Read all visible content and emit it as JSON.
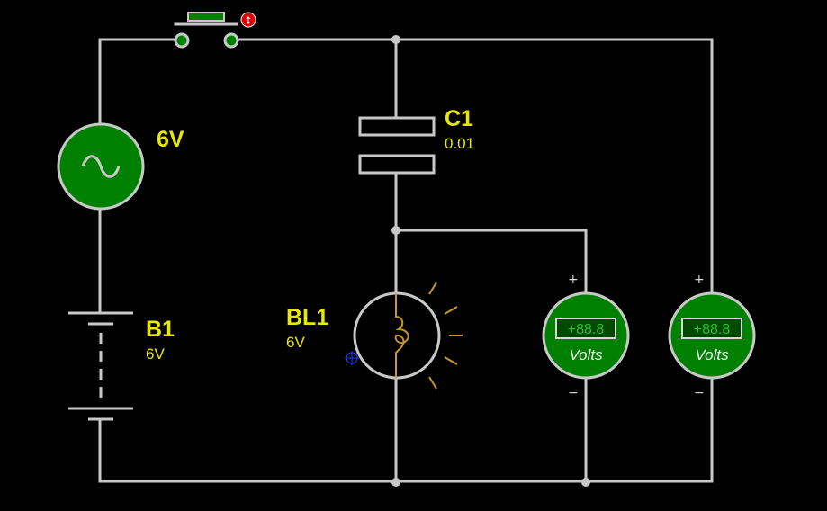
{
  "circuit": {
    "source": {
      "label": "6V"
    },
    "battery": {
      "name": "B1",
      "value": "6V"
    },
    "capacitor": {
      "name": "C1",
      "value": "0.01"
    },
    "lamp": {
      "name": "BL1",
      "value": "6V"
    },
    "voltmeter1": {
      "reading": "+88.8",
      "unit": "Volts",
      "plus": "+",
      "minus": "−"
    },
    "voltmeter2": {
      "reading": "+88.8",
      "unit": "Volts",
      "plus": "+",
      "minus": "−"
    },
    "switch": {
      "indicator": "↕"
    }
  },
  "colors": {
    "background": "#000000",
    "wire": "#c8c8c8",
    "label": "#e8e800",
    "component_fill": "#008000",
    "lamp_filament": "#c89628",
    "switch_indicator": "#e00000"
  }
}
